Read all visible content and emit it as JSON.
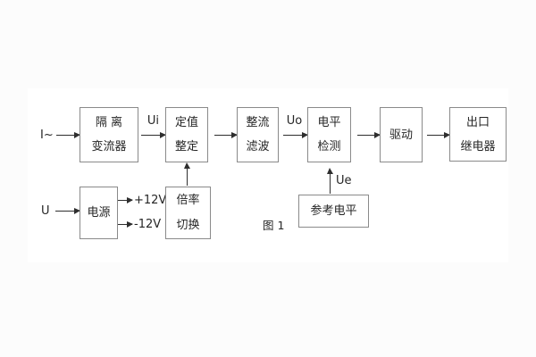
{
  "figure": {
    "caption": "图 1"
  },
  "colors": {
    "background": "#fcfcfc",
    "page": "#ffffff",
    "box_border": "#8a8a8a",
    "line": "#2e2e2e",
    "text": "#262626"
  },
  "signal_chain": {
    "input_label": "I~",
    "blocks": [
      {
        "name": "isolation-current-transformer",
        "line1": "隔 离",
        "line2": "变流器"
      },
      {
        "name": "setting-adjustment",
        "line1": "定值",
        "line2": "整定"
      },
      {
        "name": "rectifier-filter",
        "line1": "整流",
        "line2": "滤波"
      },
      {
        "name": "level-detection",
        "line1": "电平",
        "line2": "检测"
      },
      {
        "name": "driver",
        "line1": "驱动"
      },
      {
        "name": "output-relay",
        "line1": "出口",
        "line2": "继电器"
      }
    ],
    "signal_labels": {
      "ui": "Ui",
      "uo": "Uo",
      "ue": "Ue"
    }
  },
  "power_section": {
    "input_label": "U",
    "supply_block": "电源",
    "rail_positive": "+12V",
    "rail_negative": "-12V",
    "ratio_block": {
      "line1": "倍率",
      "line2": "切换"
    }
  },
  "reference_block": {
    "label": "参考电平"
  }
}
